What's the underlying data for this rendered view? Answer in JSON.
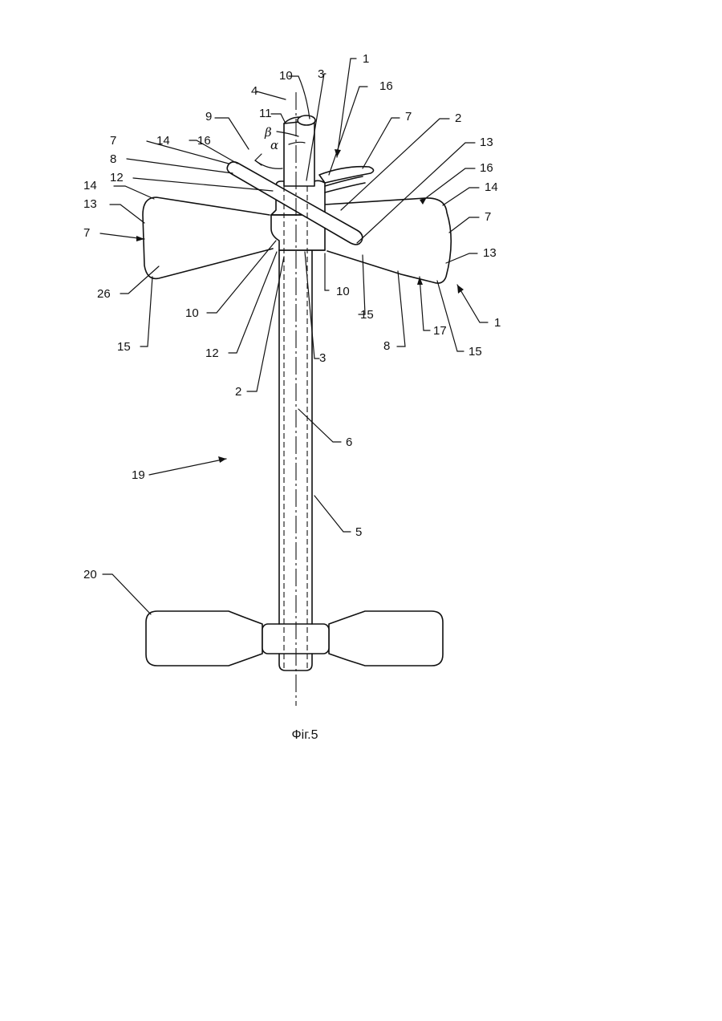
{
  "figure": {
    "caption": "Фіг.5",
    "greek_labels": {
      "alpha": "α",
      "beta": "β"
    },
    "reference_numerals": [
      "1",
      "1",
      "1",
      "2",
      "2",
      "2",
      "3",
      "3",
      "4",
      "5",
      "6",
      "7",
      "7",
      "7",
      "7",
      "8",
      "8",
      "8",
      "9",
      "10",
      "10",
      "10",
      "11",
      "11",
      "12",
      "13",
      "13",
      "13",
      "14",
      "14",
      "14",
      "15",
      "15",
      "15",
      "16",
      "16",
      "16",
      "17",
      "19",
      "20",
      "26"
    ]
  },
  "colors": {
    "line": "#111111",
    "background": "#ffffff"
  }
}
